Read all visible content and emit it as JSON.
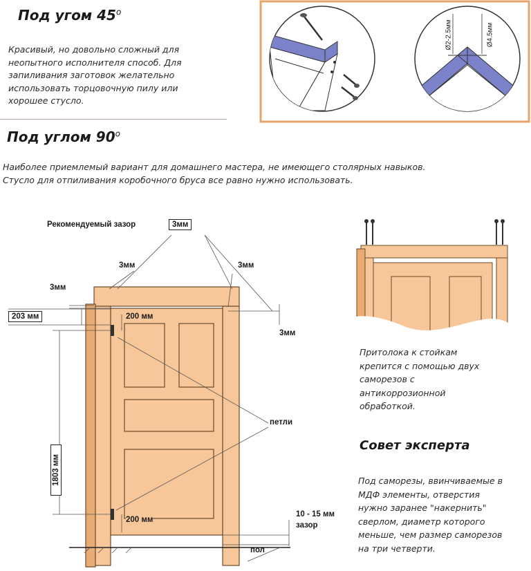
{
  "angle45": {
    "heading": "Под угом 45",
    "deg": "o",
    "text_lines": [
      "Красивый, но довольно сложный для",
      "неопытного исполнителя способ. Для",
      "запиливания заготовок желательно",
      "использовать торцовочную пилу или",
      "хорошее стусло."
    ],
    "dim_small": "Ø2-2.5мм",
    "dim_large": "Ø4.5мм"
  },
  "angle90": {
    "heading": "Под углом 90",
    "deg": "o",
    "text_lines": [
      "Наиболее приемлемый вариант для домашнего мастера, не имеющего столярных навыков.",
      "Стусло для отпиливания коробочного бруса все равно нужно использовать."
    ]
  },
  "door": {
    "gap_label": "Рекомендуемый зазор",
    "gap_value": "3мм",
    "gap_top_left": "3мм",
    "gap_top_mid": "3мм",
    "gap_top_right": "3мм",
    "gap_side_right": "3мм",
    "dim_203": "203 мм",
    "hinge_top": "200 мм",
    "hinge_bottom": "200 мм",
    "dim_1803": "1803 мм",
    "hinges_label": "петли",
    "floor_gap_value": "10 - 15 мм",
    "floor_gap_label": "зазор",
    "floor_label": "пол"
  },
  "lintel_note": [
    "Притолока к стойкам",
    "крепится с помощью двух",
    "саморезов с",
    "антикоррозионной",
    "обработкой."
  ],
  "expert": {
    "heading": "Совет эксперта",
    "lines": [
      "Под саморезы, ввинчиваемые в",
      "МДФ элементы, отверстия",
      "нужно заранее \"накернить\"",
      "сверлом, диаметр которого",
      "меньше, чем размер саморезов",
      "на три четверти."
    ]
  },
  "colors": {
    "wood": "#f7c79a",
    "wood_dark": "#e9ab74",
    "outline": "#6b4a2a",
    "panel_blue": "#7b82c9",
    "panel_frame": "#e9a46a"
  }
}
